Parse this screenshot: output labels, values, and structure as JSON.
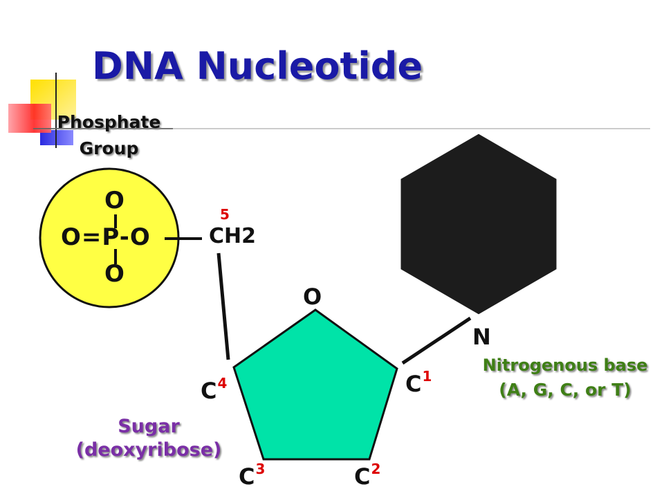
{
  "title": "DNA Nucleotide",
  "phosphate": {
    "label_line1": "Phosphate",
    "label_line2": "Group",
    "formula_top": "O",
    "formula_middle": "O=P-O",
    "formula_bottom": "O"
  },
  "sugar": {
    "ring_oxygen": "O",
    "ch2": "CH2",
    "ch2_position": "5",
    "c1_letter": "C",
    "c1_num": "1",
    "c2_letter": "C",
    "c2_num": "2",
    "c3_letter": "C",
    "c3_num": "3",
    "c4_letter": "C",
    "c4_num": "4",
    "label_line1": "Sugar",
    "label_line2": "(deoxyribose)"
  },
  "base": {
    "nitrogen": "N",
    "label_line1": "Nitrogenous base",
    "label_line2": "(A, G, C, or T)"
  },
  "colors": {
    "title": "#1a1aa6",
    "phosphate_fill": "#ffff44",
    "sugar_fill": "#00e3a8",
    "base_fill": "#1c1c1c",
    "carbon_number": "#dd0000",
    "base_label": "#3f7f16",
    "sugar_label": "#7a2fa6"
  }
}
